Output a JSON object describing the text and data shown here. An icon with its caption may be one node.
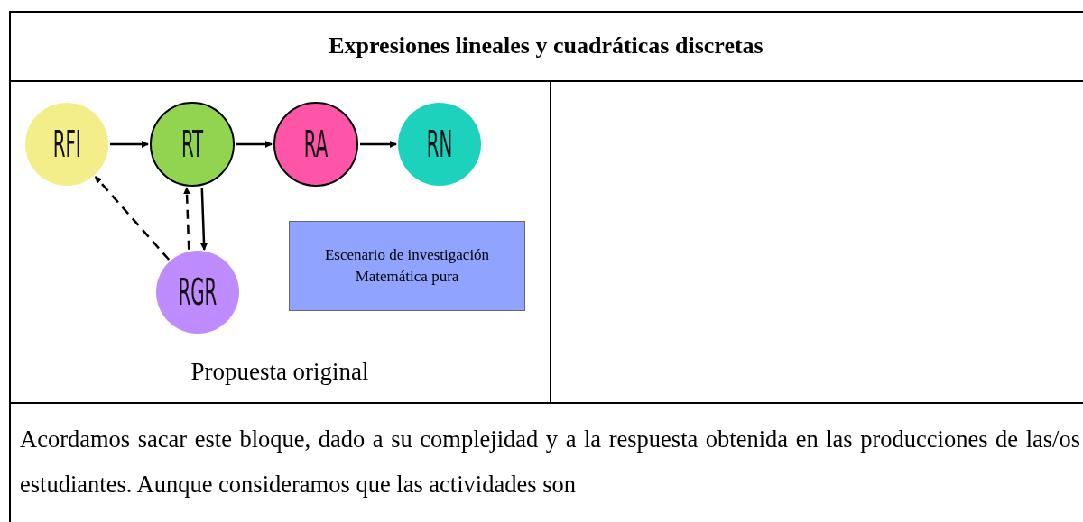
{
  "diagram": {
    "title": "Expresiones lineales y cuadráticas discretas",
    "nodes": [
      {
        "text": [
          "RFI"
        ]
      },
      {
        "text": [
          "RT"
        ]
      },
      {
        "text": [
          "RA"
        ]
      },
      {
        "text": [
          "RN"
        ]
      },
      {
        "text": [
          "RGR"
        ]
      },
      {
        "text": [
          "Escenario de investigación",
          "Matemática pura"
        ]
      }
    ],
    "edges": [
      {
        "from": 0,
        "to": 1,
        "arrow": "to"
      },
      {
        "from": 1,
        "to": 2,
        "arrow": "to"
      },
      {
        "from": 2,
        "to": 3,
        "arrow": "to"
      },
      {
        "from": 1,
        "to": 4,
        "arrow": "to"
      },
      {
        "from": 4,
        "to": 1,
        "arrow": "to",
        "style": "dashed"
      },
      {
        "from": 4,
        "to": 0,
        "arrow": "to",
        "style": "dashed"
      }
    ],
    "labels": [
      "Propuesta original",
      "Acordamos sacar este bloque, dado a su complejidad y a la respuesta obtenida en las producciones de las/os estudiantes. Aunque consideramos que las actividades son"
    ]
  }
}
